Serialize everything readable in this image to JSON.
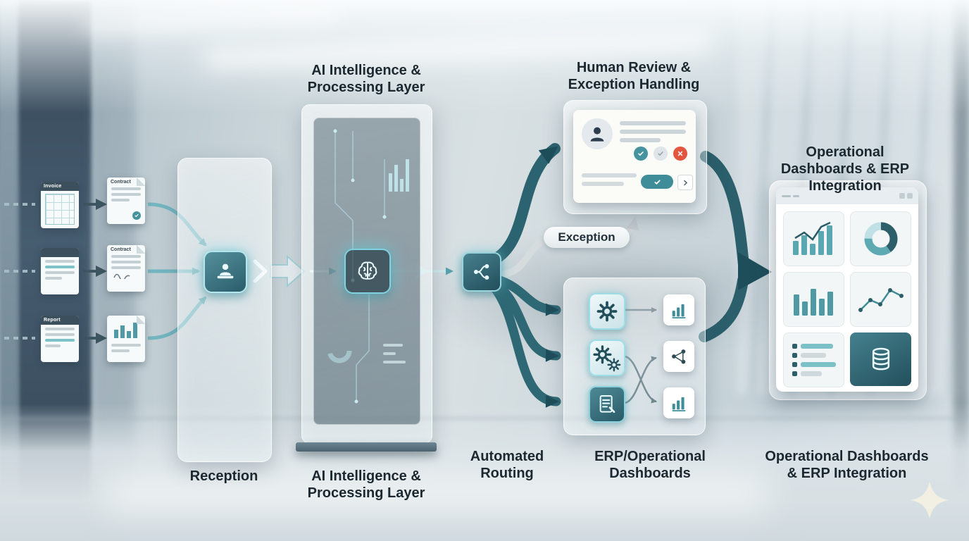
{
  "labels": {
    "ai_layer_top": "AI Intelligence & Processing Layer",
    "human_review": "Human Review & Exception Handling",
    "dashboards_top": "Operational Dashboards & ERP Integration",
    "exception": "Exception",
    "reception": "Reception",
    "ai_layer_bottom": "AI Intelligence & Processing Layer",
    "automated_routing": "Automated Routing",
    "erp_dashboards": "ERP/Operational Dashboards",
    "dashboards_bottom": "Operational Dashboards & ERP Integration"
  },
  "documents": {
    "invoice": "Invoice",
    "contract_top": "Contract",
    "contract_mid": "Contract",
    "report": "Report"
  },
  "icons": {
    "reception": "reception-desk-icon",
    "ai": "brain-icon",
    "routing": "routing-split-icon",
    "review": [
      "avatar-icon",
      "check-icon",
      "check-icon",
      "cross-icon",
      "chevron-right-icon"
    ],
    "erp_left": [
      "gear-icon",
      "double-gear-icon",
      "document-edit-icon"
    ],
    "erp_right": [
      "bar-chart-icon",
      "network-icon",
      "bar-chart-icon"
    ],
    "dashboard": [
      "bar-line-chart-icon",
      "donut-chart-icon",
      "bar-chart-icon",
      "line-chart-icon",
      "list-icon",
      "database-icon"
    ],
    "decor": "sparkle-icon"
  },
  "colors": {
    "accent_teal": "#3f8d98",
    "accent_dark_teal": "#1f4e5b",
    "glow_teal": "#9fe3ec",
    "status_ok": "#45939e",
    "status_error": "#e25640",
    "text": "#1e2a32"
  }
}
